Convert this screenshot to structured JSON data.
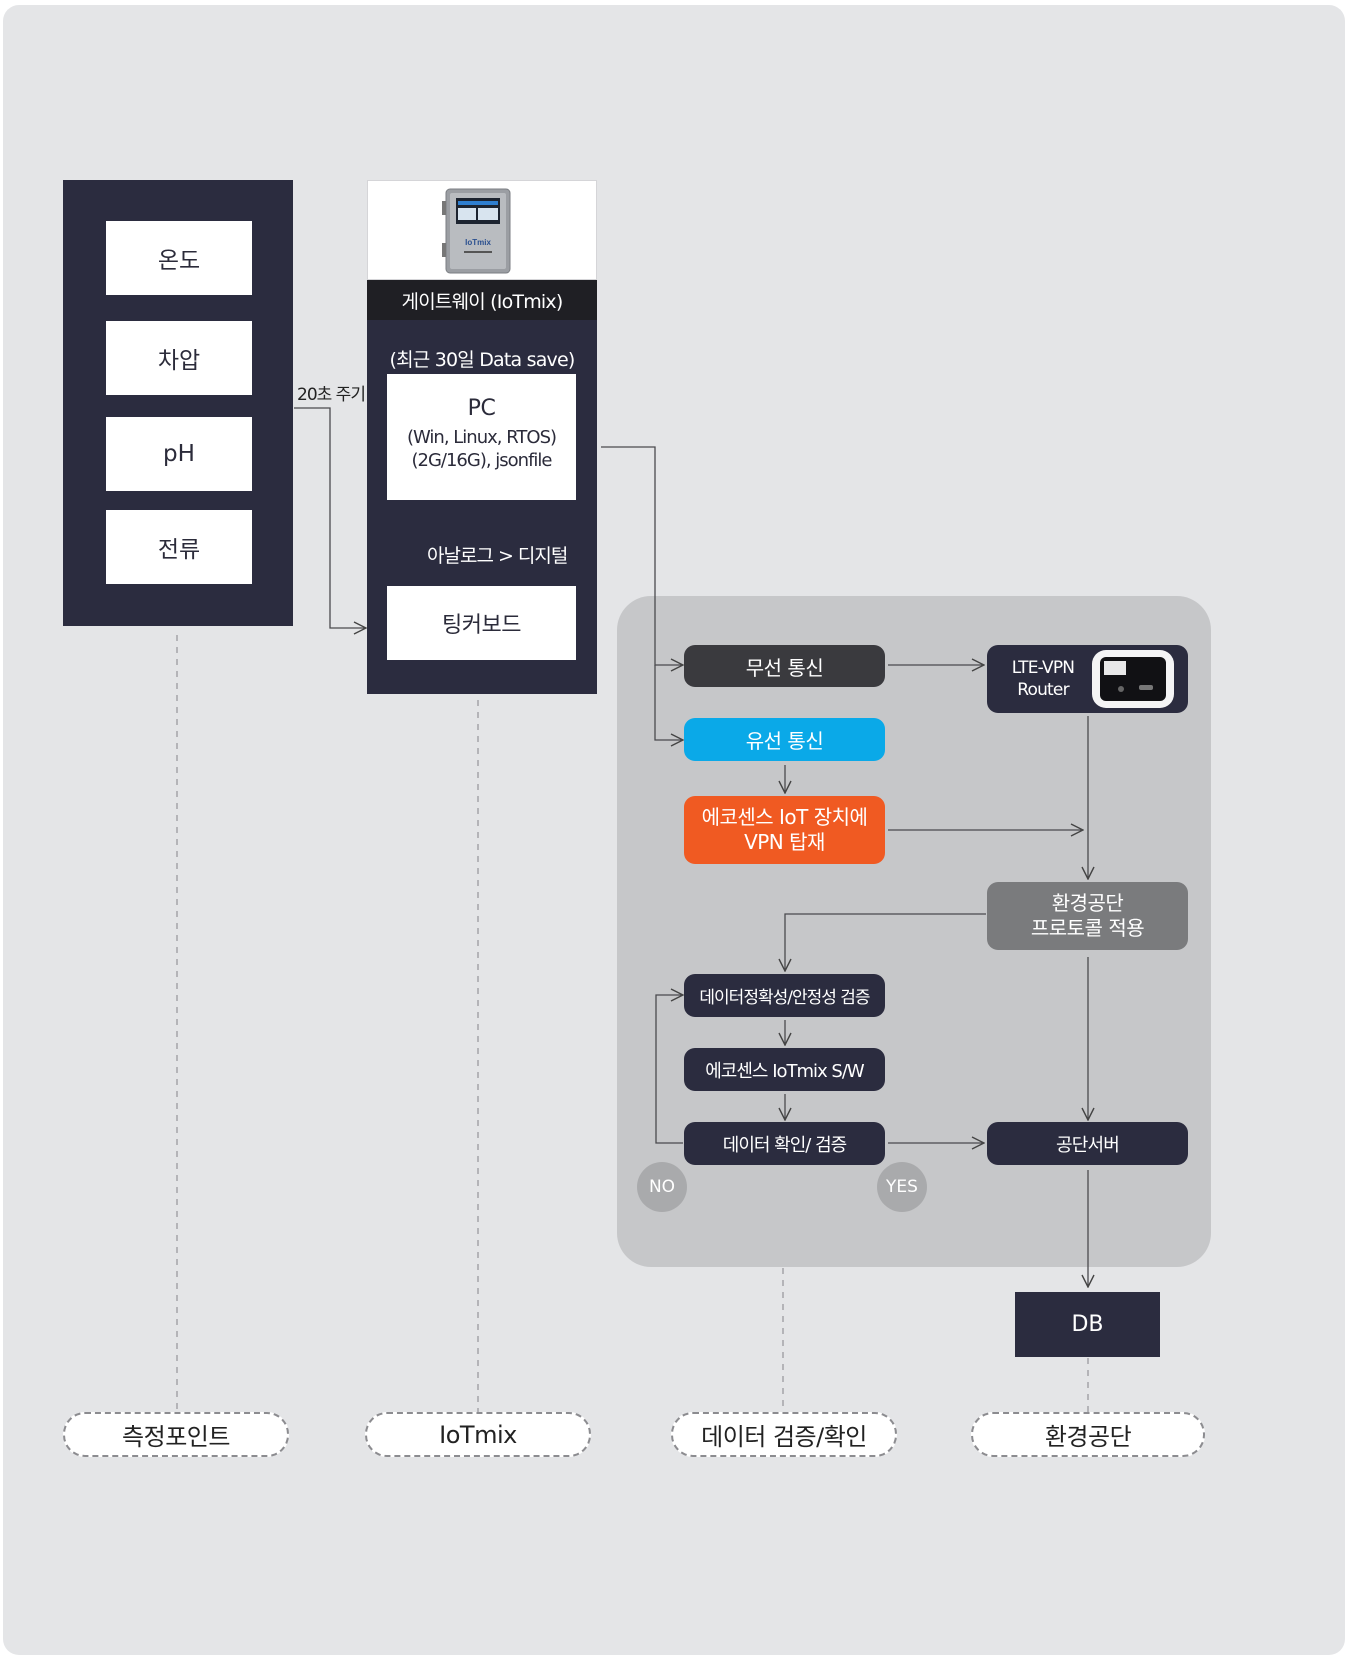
{
  "sensors": {
    "items": [
      "온도",
      "차압",
      "pH",
      "전류"
    ],
    "interval_label": "20초 주기"
  },
  "gateway": {
    "device_brand": "IoTmix",
    "title": "게이트웨이 (IoTmix)",
    "storage_note": "(최근 30일 Data save)",
    "pc_title": "PC",
    "pc_line1": "(Win, Linux, RTOS)",
    "pc_line2": "(2G/16G), jsonfile",
    "conversion_label": "아날로그 > 디지털",
    "board_label": "팅커보드"
  },
  "network": {
    "wireless_label": "무선 통신",
    "wired_label": "유선 통신",
    "vpn_line1": "에코센스 IoT 장치에",
    "vpn_line2": "VPN 탑재",
    "lte_line1": "LTE-VPN",
    "lte_line2": "Router",
    "protocol_line1": "환경공단",
    "protocol_line2": "프로토콜 적용",
    "validate_label": "데이터정확성/안정성 검증",
    "software_label": "에코센스 IoTmix S/W",
    "confirm_label": "데이터 확인/ 검증",
    "server_label": "공단서버",
    "no_label": "NO",
    "yes_label": "YES",
    "db_label": "DB"
  },
  "lanes": [
    "측정포인트",
    "IoTmix",
    "데이터 검증/확인",
    "환경공단"
  ],
  "colors": {
    "navy": "#2b2c3f",
    "dark_pill": "#3a3a3e",
    "wired_blue": "#0aa9e8",
    "vpn_orange": "#f05a22",
    "protocol_gray": "#7a7b7d",
    "zone_gray": "#c6c7c9",
    "circle_gray": "#a9aaac",
    "background": "#e4e5e7"
  },
  "icons": [
    "gateway-device-icon",
    "lte-router-icon",
    "arrow-icon"
  ]
}
